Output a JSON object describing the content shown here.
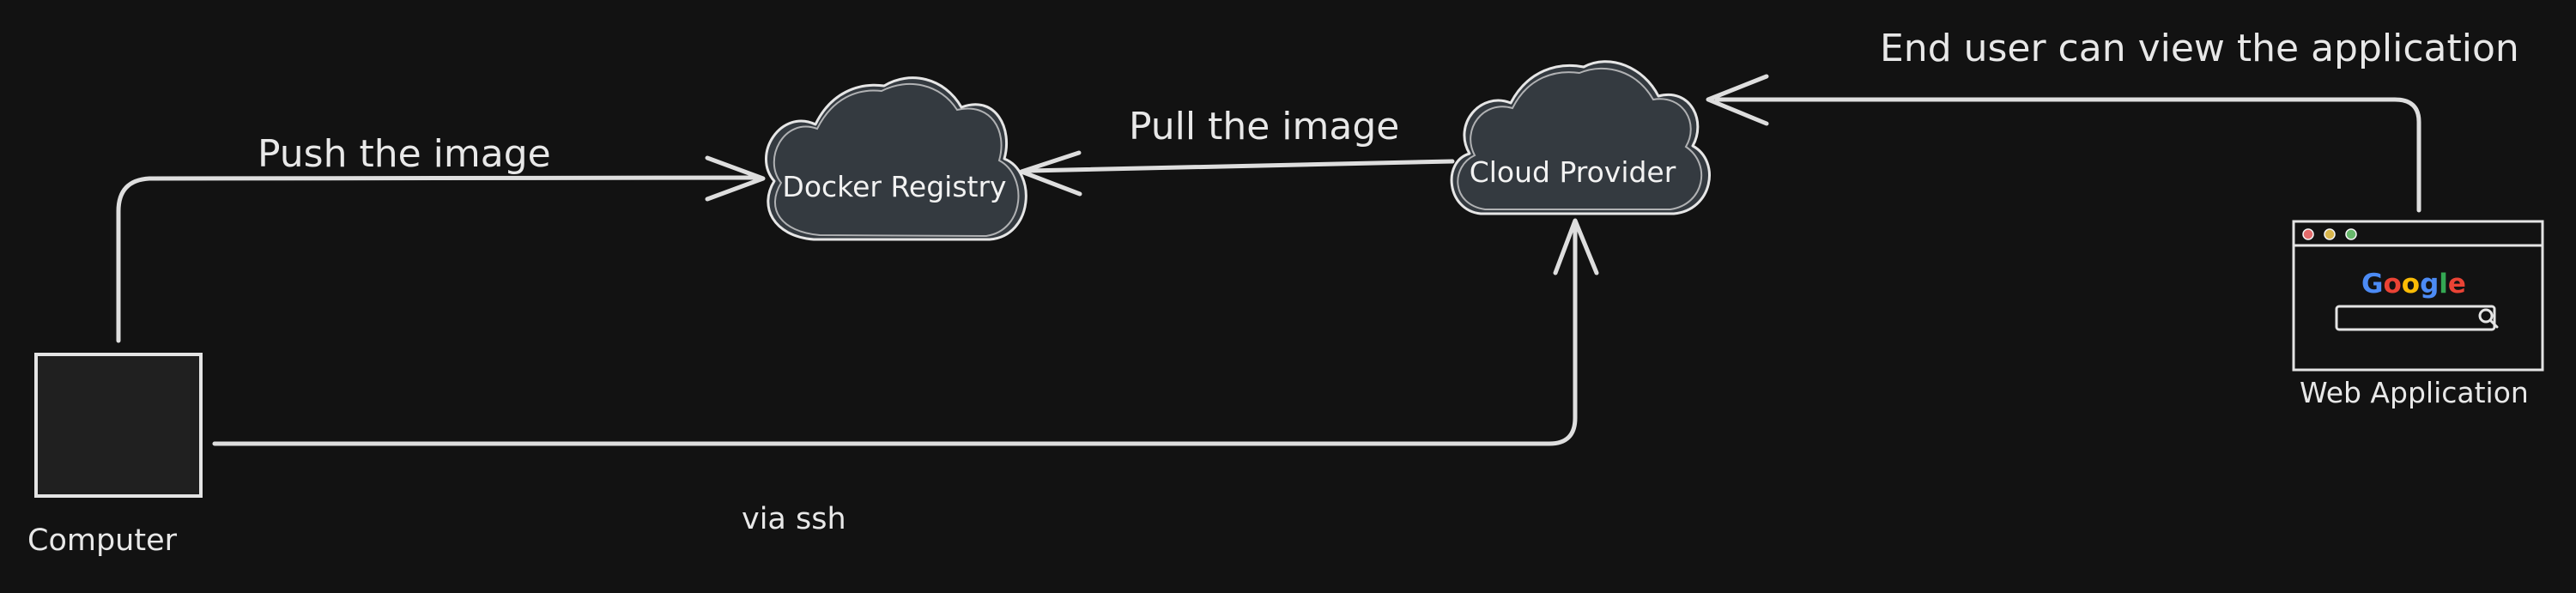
{
  "labels": {
    "push": "Push the image",
    "pull": "Pull the image",
    "end_user": "End user can view the application",
    "via_ssh": "via ssh",
    "computer": "Computer",
    "web_application": "Web Application"
  },
  "nodes": {
    "docker_registry": "Docker Registry",
    "cloud_provider": "Cloud Provider"
  },
  "browser": {
    "logo_text": "Google"
  },
  "colors": {
    "background": "#121212",
    "stroke": "#dedede",
    "cloud_fill": "#343a40",
    "browser_red": "#e26b6b",
    "browser_yellow": "#d9b64c",
    "browser_green": "#67b86b",
    "google_blue": "#4c8bf5",
    "google_red": "#ea4335",
    "google_yellow": "#fbbc05",
    "google_green": "#34a853"
  }
}
